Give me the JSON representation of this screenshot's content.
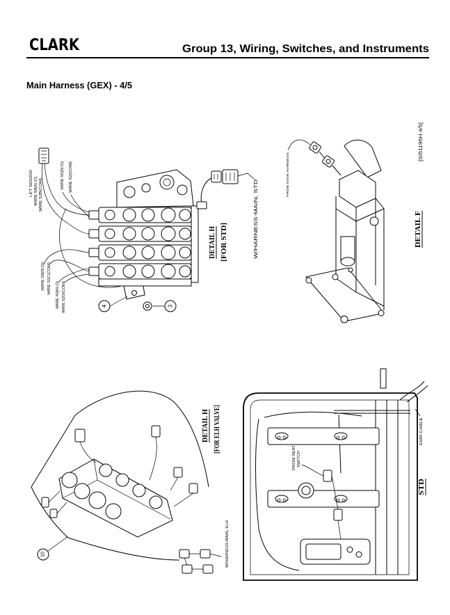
{
  "header": {
    "logo": "CLARK",
    "title": "Group 13, Wiring, Switches, and Instruments"
  },
  "section_title": "Main Harness (GEX) - 4/5",
  "figure_ref": "[SI51195H 4/5]",
  "detail_h_std": {
    "title": "DETAIL H",
    "subtitle": "[FOR STD]",
    "harness_label": "W/HARNESS-MAIN, STD",
    "wires": {
      "lift_sensor": "LIFT SENSOR",
      "w58": "WIRE 58(N.O)",
      "w52b": "WIRE 52B(COM)",
      "w50": "WIRE 50(N.O)",
      "w52": "WIRE 52(COM)",
      "w59": "WIRE 59(N.O)",
      "w52c": "WIRE 52C(COM)",
      "w60": "WIRE 60(N.O)",
      "w52d": "WIRE 52D(COM)"
    },
    "callouts": [
      "4",
      "3"
    ]
  },
  "detail_f": {
    "title": "DETAIL F",
    "from_main_harness": "FROM MAIN HARNESS"
  },
  "detail_h_elh": {
    "title": "DETAIL H",
    "subtitle": "[FOR ELH VALVE]",
    "harness_label": "W/HARNESS-MAIN, ELH",
    "callout": "10"
  },
  "std_view": {
    "title": "STD",
    "emr_cable": "EMR-CABLE",
    "from_seat_switch": [
      "FROM SEAT",
      "SWITCH"
    ]
  }
}
